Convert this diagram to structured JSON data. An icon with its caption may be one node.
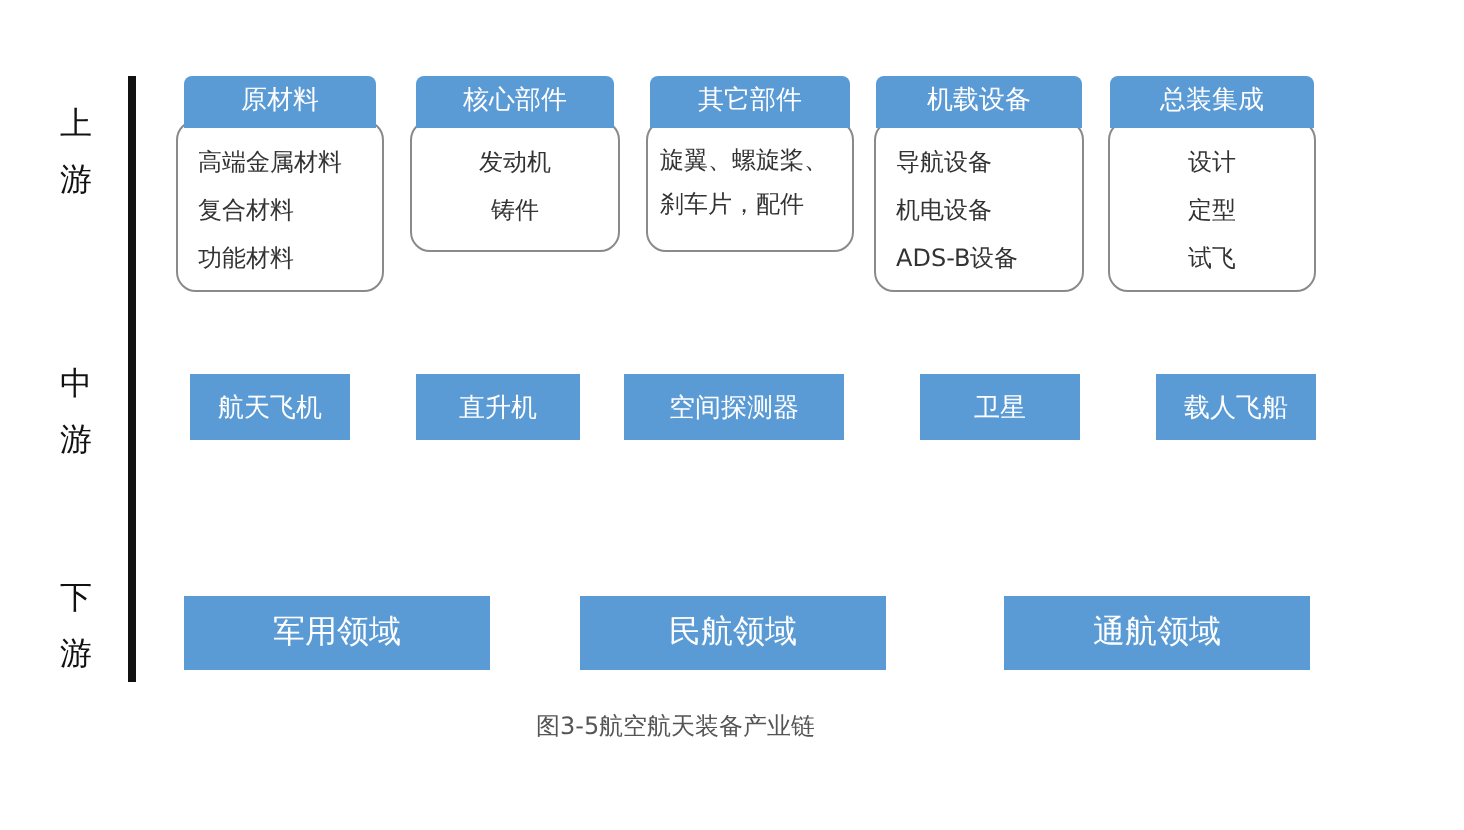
{
  "diagram": {
    "caption": "图3-5航空航天装备产业链",
    "nodes": [
      {
        "text": [
          "原材料",
          "高端金属材料",
          "复合材料",
          "功能材料"
        ]
      },
      {
        "text": [
          "核心部件",
          "发动机",
          "铸件"
        ]
      },
      {
        "text": [
          "其它部件",
          "旋翼、螺旋桨、刹车片，配件"
        ]
      },
      {
        "text": [
          "机载设备",
          "导航设备",
          "机电设备",
          "ADS-B设备"
        ]
      },
      {
        "text": [
          "总装集成",
          "设计",
          "定型",
          "试飞"
        ]
      },
      {
        "text": [
          "航天飞机"
        ]
      },
      {
        "text": [
          "直升机"
        ]
      },
      {
        "text": [
          "空间探测器"
        ]
      },
      {
        "text": [
          "卫星"
        ]
      },
      {
        "text": [
          "载人飞船"
        ]
      },
      {
        "text": [
          "军用领域"
        ]
      },
      {
        "text": [
          "民航领域"
        ]
      },
      {
        "text": [
          "通航领域"
        ]
      }
    ],
    "labels": [
      "上游",
      "中游",
      "下游"
    ]
  }
}
